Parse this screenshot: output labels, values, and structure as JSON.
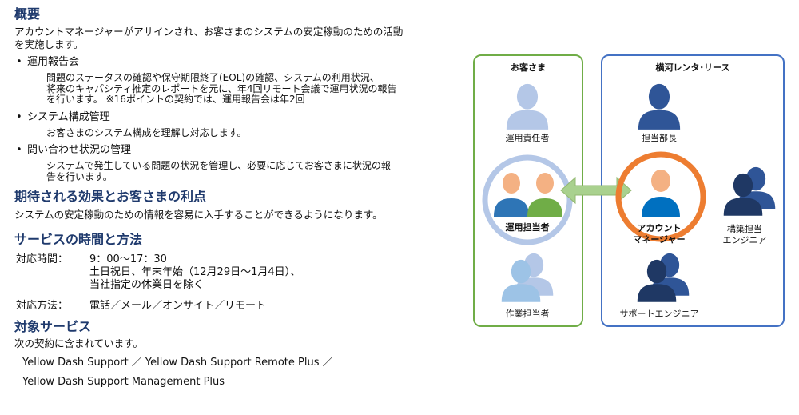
{
  "sections": {
    "overview": {
      "title": "概要",
      "intro_line1": "アカウントマネージャーがアサインされ、お客さまのシステムの安定稼動のための活動",
      "intro_line2": "を実施します。",
      "items": [
        {
          "label": "運用報告会",
          "desc": [
            "問題のステータスの確認や保守期限終了(EOL)の確認、システムの利用状況、",
            "将来のキャパシティ推定のレポートを元に、年4回リモート会議で運用状況の報告",
            "を行います。 ※16ポイントの契約では、運用報告会は年2回"
          ]
        },
        {
          "label": "システム構成管理",
          "desc": [
            "お客さまのシステム構成を理解し対応します。"
          ]
        },
        {
          "label": "問い合わせ状況の管理",
          "desc": [
            "システムで発生している問題の状況を管理し、必要に応じてお客さまに状況の報",
            "告を行います。"
          ]
        }
      ]
    },
    "benefits": {
      "title": "期待される効果とお客さまの利点",
      "text": "システムの安定稼動のための情報を容易に入手することができるようになります。"
    },
    "service_time": {
      "title": "サービスの時間と方法",
      "hours_label": "対応時間：",
      "hours_line1": "9：00～17：30",
      "hours_line2": "土日祝日、年末年始（12月29日～1月4日）、",
      "hours_line3": "当社指定の休業日を除く",
      "method_label": "対応方法：",
      "method_value": "電話／メール／オンサイト／リモート"
    },
    "target": {
      "title": "対象サービス",
      "intro": "次の契約に含まれています。",
      "line1": "Yellow Dash Support ／ Yellow Dash Support Remote Plus ／",
      "line2": "Yellow Dash Support Management Plus"
    }
  },
  "diagram": {
    "client_title": "お客さま",
    "vendor_title": "横河レンタ･リース",
    "client_roles": {
      "ops_manager": "運用責任者",
      "ops_staff": "運用担当者",
      "work_staff": "作業担当者"
    },
    "vendor_roles": {
      "dept_manager": "担当部長",
      "account_manager_1": "アカウント",
      "account_manager_2": "マネージャー",
      "build_engineer_1": "構築担当",
      "build_engineer_2": "エンジニア",
      "support_engineer": "サポートエンジニア"
    },
    "colors": {
      "client_border": "#70ad47",
      "vendor_border": "#4472c4",
      "arrow": "#9bbb59",
      "account_ring": "#ed7d31",
      "ops_ring": "#b4c7e7"
    }
  }
}
